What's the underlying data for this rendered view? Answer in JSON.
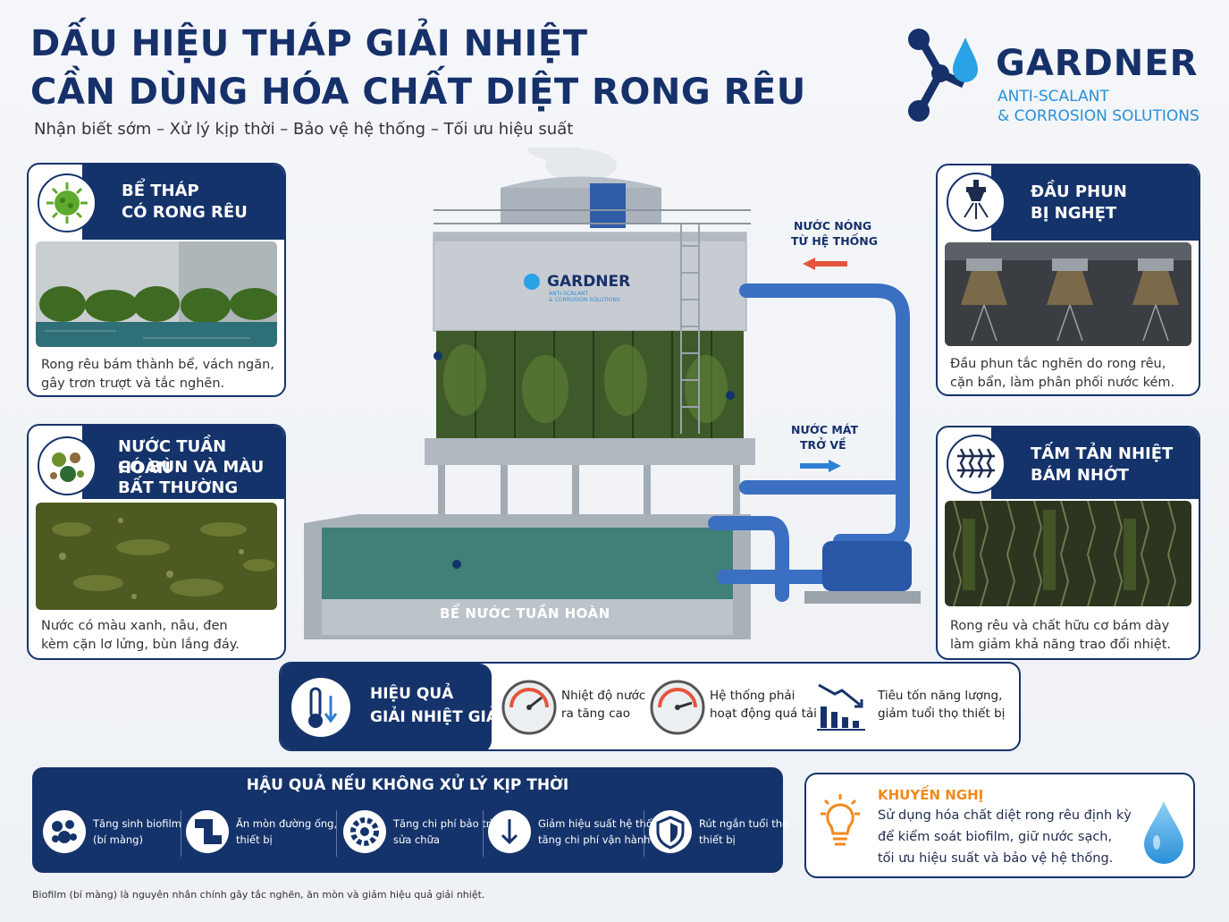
{
  "header": {
    "title_line1": "DẤU HIỆU THÁP GIẢI NHIỆT",
    "title_line2": "CẦN DÙNG HÓA CHẤT DIỆT RONG RÊU",
    "subtitle": "Nhận biết sớm – Xử lý kịp thời – Bảo vệ hệ thống – Tối ưu hiệu suất"
  },
  "logo": {
    "name": "GARDNER",
    "tagline1": "ANTI-SCALANT",
    "tagline2": "& CORROSION SOLUTIONS",
    "icon": "molecule-drop-icon"
  },
  "tower": {
    "brand": "GARDNER",
    "brand_tag1": "ANTI-SCALANT",
    "brand_tag2": "& CORROSION SOLUTIONS",
    "basin_label": "BỂ NƯỚC TUẦN HOÀN",
    "hot_water_line1": "NƯỚC NÓNG",
    "hot_water_line2": "TỪ HỆ THỐNG",
    "cool_water_line1": "NƯỚC MÁT",
    "cool_water_line2": "TRỞ VỀ"
  },
  "cards": {
    "algae_tower": {
      "title1": "BỂ THÁP",
      "title2": "CÓ RONG RÊU",
      "text1": "Rong rêu bám thành bể, vách ngăn,",
      "text2": "gây trơn trượt và tắc nghẽn.",
      "icon": "microbe-icon"
    },
    "water": {
      "title1": "NƯỚC TUẦN HOÀN",
      "title2": "CÓ BÙN VÀ MÀU",
      "title3": "BẤT THƯỜNG",
      "text1": "Nước có màu xanh, nâu, đen",
      "text2": "kèm cặn lơ lửng, bùn lắng đáy.",
      "icon": "particles-icon"
    },
    "nozzle": {
      "title1": "ĐẦU PHUN",
      "title2": "BỊ NGHẸT",
      "text1": "Đầu phun tắc nghẽn do rong rêu,",
      "text2": "cặn bẩn, làm phân phối nước kém.",
      "icon": "sprinkler-icon"
    },
    "fill": {
      "title1": "TẤM TẢN NHIỆT",
      "title2": "BÁM NHỚT",
      "text1": "Rong rêu và chất hữu cơ bám dày",
      "text2": "làm giảm khả năng trao đổi nhiệt.",
      "icon": "fill-pack-icon"
    }
  },
  "effects": {
    "title1": "HIỆU QUẢ",
    "title2": "GIẢI NHIỆT GIẢM",
    "items": [
      {
        "line1": "Nhiệt độ nước",
        "line2": "ra tăng cao",
        "icon": "gauge-icon"
      },
      {
        "line1": "Hệ thống phải",
        "line2": "hoạt động quá tải",
        "icon": "gauge-icon"
      },
      {
        "line1": "Tiêu tốn năng lượng,",
        "line2": "giảm tuổi thọ thiết bị",
        "icon": "declining-chart-icon"
      }
    ]
  },
  "consequences": {
    "title": "HẬU QUẢ NẾU KHÔNG XỬ LÝ KỊP THỜI",
    "items": [
      {
        "line1": "Tăng sinh biofilm",
        "line2": "(bí màng)",
        "icon": "biofilm-icon"
      },
      {
        "line1": "Ăn mòn đường ống,",
        "line2": "thiết bị",
        "icon": "pipe-icon"
      },
      {
        "line1": "Tăng chi phí bảo trì,",
        "line2": "sửa chữa",
        "icon": "gear-icon"
      },
      {
        "line1": "Giảm hiệu suất hệ thống,",
        "line2": "tăng chi phí vận hành",
        "icon": "arrow-down-icon"
      },
      {
        "line1": "Rút ngắn tuổi thọ",
        "line2": "thiết bị",
        "icon": "shield-icon"
      }
    ]
  },
  "recommendation": {
    "title": "KHUYẾN NGHỊ",
    "line1": "Sử dụng hóa chất diệt rong rêu định kỳ",
    "line2": "để kiểm soát biofilm, giữ nước sạch,",
    "line3": "tối ưu hiệu suất và bảo vệ hệ thống.",
    "icon": "lightbulb-icon",
    "drop_icon": "water-drop-icon"
  },
  "footnote": "Biofilm (bí màng) là nguyên nhân chính gây tắc nghẽn, ăn mòn và giảm hiệu quả giải nhiệt."
}
